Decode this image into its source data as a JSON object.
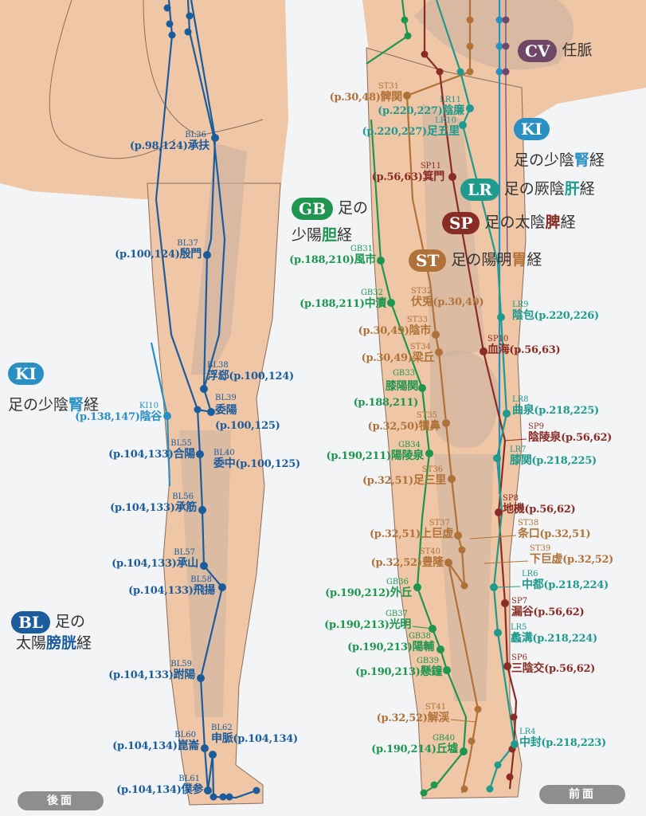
{
  "colors": {
    "BL": "#1b5c9c",
    "KI": "#2a8fc2",
    "GB": "#1e9650",
    "ST": "#b07238",
    "SP": "#8a2c26",
    "LR": "#1f9a8c",
    "CV": "#6e4866"
  },
  "views": {
    "back": "後面",
    "front": "前面"
  },
  "legends": [
    {
      "id": "KI-back",
      "badge": "KI",
      "pre": "足の少陰",
      "key": "腎",
      "post": "経"
    },
    {
      "id": "BL",
      "badge": "BL",
      "pre": "足の",
      "line2pre": "太陽",
      "key": "膀胱",
      "post": "経"
    },
    {
      "id": "CV",
      "badge": "CV",
      "pre": "任脈",
      "key": "",
      "post": ""
    },
    {
      "id": "KI",
      "badge": "KI",
      "pre": "足の少陰",
      "key": "腎",
      "post": "経"
    },
    {
      "id": "LR",
      "badge": "LR",
      "pre": "足の厥陰",
      "key": "肝",
      "post": "経"
    },
    {
      "id": "SP",
      "badge": "SP",
      "pre": "足の太陰",
      "key": "脾",
      "post": "経"
    },
    {
      "id": "GB",
      "badge": "GB",
      "pre": "足の",
      "line2pre": "少陽",
      "key": "胆",
      "post": "経"
    },
    {
      "id": "ST",
      "badge": "ST",
      "pre": "足の陽明",
      "key": "胃",
      "post": "経"
    }
  ],
  "points": [
    {
      "code": "BL36",
      "name": "承扶",
      "pages": "(p.98,124)",
      "m": "BL"
    },
    {
      "code": "BL37",
      "name": "殷門",
      "pages": "(p.100,124)",
      "m": "BL"
    },
    {
      "code": "BL38",
      "name": "浮郄",
      "pages": "(p.100,124)",
      "m": "BL"
    },
    {
      "code": "BL39",
      "name": "委陽",
      "pages": "(p.100,125)",
      "m": "BL"
    },
    {
      "code": "KI10",
      "name": "陰谷",
      "pages": "(p.138,147)",
      "m": "KI"
    },
    {
      "code": "BL55",
      "name": "合陽",
      "pages": "(p.104,133)",
      "m": "BL"
    },
    {
      "code": "BL40",
      "name": "委中",
      "pages": "(p.100,125)",
      "m": "BL"
    },
    {
      "code": "BL56",
      "name": "承筋",
      "pages": "(p.104,133)",
      "m": "BL"
    },
    {
      "code": "BL57",
      "name": "承山",
      "pages": "(p.104,133)",
      "m": "BL"
    },
    {
      "code": "BL58",
      "name": "飛揚",
      "pages": "(p.104,133)",
      "m": "BL"
    },
    {
      "code": "BL59",
      "name": "跗陽",
      "pages": "(p.104,133)",
      "m": "BL"
    },
    {
      "code": "BL60",
      "name": "崑崙",
      "pages": "(p.104,134)",
      "m": "BL"
    },
    {
      "code": "BL62",
      "name": "申脈",
      "pages": "(p.104,134)",
      "m": "BL"
    },
    {
      "code": "BL61",
      "name": "僕参",
      "pages": "(p.104,134)",
      "m": "BL"
    },
    {
      "code": "ST31",
      "name": "髀関",
      "pages": "(p.30,48)",
      "m": "ST"
    },
    {
      "code": "LR11",
      "name": "陰廉",
      "pages": "(p.220,227)",
      "m": "LR"
    },
    {
      "code": "LR10",
      "name": "足五里",
      "pages": "(p.220,227)",
      "m": "LR"
    },
    {
      "code": "SP11",
      "name": "箕門",
      "pages": "(p.56,63)",
      "m": "SP"
    },
    {
      "code": "GB31",
      "name": "風市",
      "pages": "(p.188,210)",
      "m": "GB"
    },
    {
      "code": "GB32",
      "name": "中瀆",
      "pages": "(p.188,211)",
      "m": "GB"
    },
    {
      "code": "ST32",
      "name": "伏兎",
      "pages": "(p.30,49)",
      "m": "ST"
    },
    {
      "code": "LR9",
      "name": "陰包",
      "pages": "(p.220,226)",
      "m": "LR"
    },
    {
      "code": "ST33",
      "name": "陰市",
      "pages": "(p.30,49)",
      "m": "ST"
    },
    {
      "code": "SP10",
      "name": "血海",
      "pages": "(p.56,63)",
      "m": "SP"
    },
    {
      "code": "ST34",
      "name": "梁丘",
      "pages": "(p.30,49)",
      "m": "ST"
    },
    {
      "code": "GB33",
      "name": "膝陽関",
      "pages": "(p.188,211)",
      "m": "GB"
    },
    {
      "code": "LR8",
      "name": "曲泉",
      "pages": "(p.218,225)",
      "m": "LR"
    },
    {
      "code": "ST35",
      "name": "犢鼻",
      "pages": "(p.32,50)",
      "m": "ST"
    },
    {
      "code": "SP9",
      "name": "陰陵泉",
      "pages": "(p.56,62)",
      "m": "SP"
    },
    {
      "code": "GB34",
      "name": "陽陵泉",
      "pages": "(p.190,211)",
      "m": "GB"
    },
    {
      "code": "LR7",
      "name": "膝関",
      "pages": "(p.218,225)",
      "m": "LR"
    },
    {
      "code": "ST36",
      "name": "足三里",
      "pages": "(p.32,51)",
      "m": "ST"
    },
    {
      "code": "SP8",
      "name": "地機",
      "pages": "(p.56,62)",
      "m": "SP"
    },
    {
      "code": "ST37",
      "name": "上巨虚",
      "pages": "(p.32,51)",
      "m": "ST"
    },
    {
      "code": "ST38",
      "name": "条口",
      "pages": "(p.32,51)",
      "m": "ST"
    },
    {
      "code": "ST40",
      "name": "豊隆",
      "pages": "(p.32,52)",
      "m": "ST"
    },
    {
      "code": "ST39",
      "name": "下巨虚",
      "pages": "(p.32,52)",
      "m": "ST"
    },
    {
      "code": "LR6",
      "name": "中都",
      "pages": "(p.218,224)",
      "m": "LR"
    },
    {
      "code": "GB36",
      "name": "外丘",
      "pages": "(p.190,212)",
      "m": "GB"
    },
    {
      "code": "SP7",
      "name": "漏谷",
      "pages": "(p.56,62)",
      "m": "SP"
    },
    {
      "code": "GB37",
      "name": "光明",
      "pages": "(p.190,213)",
      "m": "GB"
    },
    {
      "code": "LR5",
      "name": "蠡溝",
      "pages": "(p.218,224)",
      "m": "LR"
    },
    {
      "code": "GB38",
      "name": "陽輔",
      "pages": "(p.190,213)",
      "m": "GB"
    },
    {
      "code": "GB39",
      "name": "懸鐘",
      "pages": "(p.190,213)",
      "m": "GB"
    },
    {
      "code": "SP6",
      "name": "三陰交",
      "pages": "(p.56,62)",
      "m": "SP"
    },
    {
      "code": "ST41",
      "name": "解渓",
      "pages": "(p.32,52)",
      "m": "ST"
    },
    {
      "code": "LR4",
      "name": "中封",
      "pages": "(p.218,223)",
      "m": "LR"
    },
    {
      "code": "GB40",
      "name": "丘墟",
      "pages": "(p.190,214)",
      "m": "GB"
    }
  ]
}
